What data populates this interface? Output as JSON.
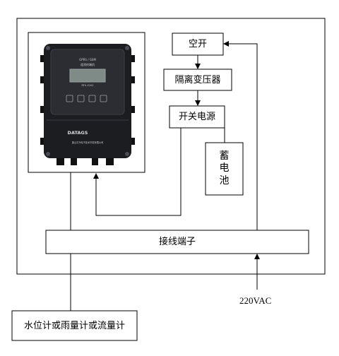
{
  "diagram": {
    "nodes": {
      "air_switch": "空开",
      "isolation_transformer": "隔离变压器",
      "switching_power_supply": "开关电源",
      "battery": [
        "蓄",
        "电",
        "池"
      ],
      "terminal_block": "接线端子",
      "sensor": "水位计或雨量计或流量计",
      "power_input": "220VAC"
    },
    "device_photo": {
      "top_label_line1": "GPRS / GSM",
      "top_label_line2": "遥测终端机",
      "screen_caption": "RTU-S102",
      "brand": "DATAGS",
      "maker": "唐山平升电子技术开发有限公司"
    },
    "colors": {
      "line": "#000000",
      "device_body": "#1c1d21",
      "device_panel": "#2b2d33",
      "device_lcd": "#7e8b86"
    }
  }
}
